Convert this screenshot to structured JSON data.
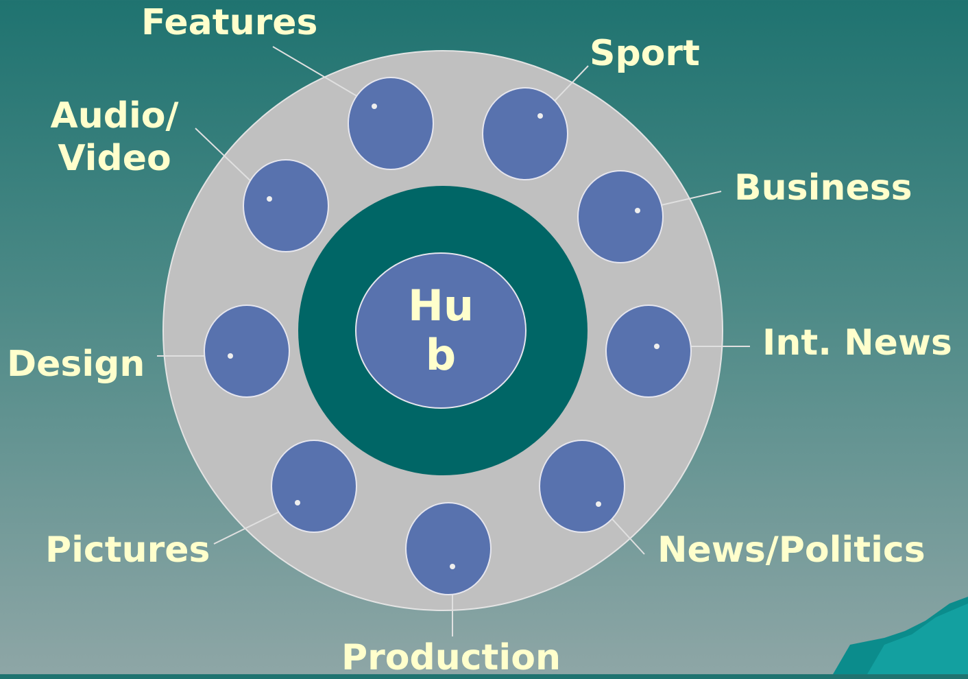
{
  "diagram": {
    "hub": {
      "line1": "Hu",
      "line2": "b"
    },
    "nodes": {
      "features": "Features",
      "sport": "Sport",
      "audio_video_line1": "Audio/",
      "audio_video_line2": "Video",
      "business": "Business",
      "design": "Design",
      "int_news": "Int. News",
      "pictures": "Pictures",
      "news_politics": "News/Politics",
      "production": "Production"
    },
    "colors": {
      "outer_ring": "#c0c0c0",
      "inner_ring": "#006666",
      "node_fill": "#5872ae",
      "label_text": "#ffffcc"
    }
  }
}
